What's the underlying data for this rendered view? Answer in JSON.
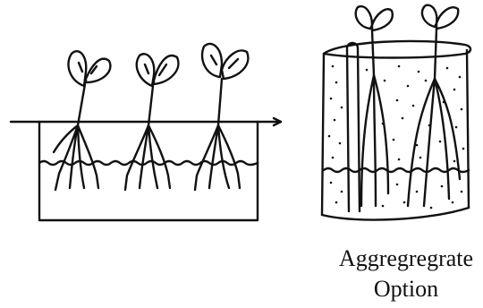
{
  "figure": {
    "ink_color": "#111111",
    "paper_color": "#ffffff",
    "panels": [
      {
        "name": "water-tank-system",
        "plant_count": 3,
        "label": ""
      },
      {
        "name": "aggregate-container-system",
        "plant_count": 2,
        "label": "Aggregregrate Option"
      }
    ]
  },
  "caption": {
    "line1": "Aggregregrate",
    "line2": "Option"
  }
}
